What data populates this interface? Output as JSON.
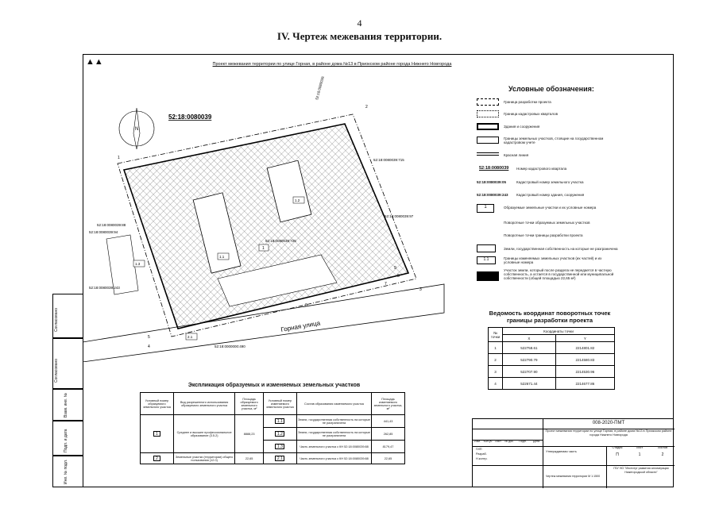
{
  "page": {
    "number": "4",
    "title": "IV.  Чертеж межевания территории."
  },
  "sheet": {
    "header": "Проект межевания территории по улице Горная, в районе дома №13 в Приокском районе города Нижнего Новгорода"
  },
  "map": {
    "quarter_label": "52:18:0080039",
    "street_label": "Горная улица",
    "north_label": "N",
    "lot_labels": [
      "1",
      "2",
      "3",
      "4",
      "5",
      "6",
      "7",
      "8",
      "9"
    ],
    "cadastral_labels": [
      "52:18:0080039:714",
      "52:18:0080039:715",
      "52:18:0080039:88",
      "52:18:0080039:94",
      "52:18:0080039:725",
      "52:18:0080039:243",
      "52:18:0080039:97",
      "52:18:0000000:490"
    ],
    "zones": [
      "1.1",
      "1.2",
      "1.3",
      "2.1"
    ]
  },
  "legend": {
    "title": "Условные обозначения:",
    "items": [
      "Граница разработки проекта",
      "Граница кадастровых кварталов",
      "Здания и сооружения",
      "Границы земельных участков, стоящие на государственном кадастровом учете",
      "Красная линия",
      "Номер кадастрового квартала",
      "Кадастровый номер земельного участка",
      "Кадастровый номер здания, сооружения",
      "Образуемые земельные участки и их условные номера",
      "Поворотные точки образуемых земельных участков",
      "Поворотные точки границы разработки проекта",
      "Земли, государственная собственность на которые не разграничена",
      "Границы изменяемых земельных участков (их частей) и их условные номера",
      "Участок земли, который после раздела не передается в частную собственность, а остается в государственной или муниципальной собственности (общей площадью 22,65 м²)"
    ],
    "samples": [
      "52:18:0080039",
      "52:18:0080039:05",
      "52:18:0080039:243",
      "1",
      "1.1"
    ]
  },
  "coords": {
    "title": "Ведомость координат поворотных точек границы разработки проекта",
    "header_point": "№ точки",
    "header_coord": "Координаты точки",
    "header_x": "X",
    "header_y": "Y",
    "rows": [
      [
        "1",
        "522758.61",
        "2214801.82"
      ],
      [
        "2",
        "522790.79",
        "2214580.83"
      ],
      [
        "3",
        "522707.90",
        "2214530.96"
      ],
      [
        "4",
        "522671.44",
        "2214677.86"
      ]
    ]
  },
  "explication": {
    "title": "Экспликация образуемых и изменяемых земельных участков",
    "headers": [
      "Условный номер образуемого земельного участка",
      "Вид разрешенного использования образуемого земельного участка",
      "Площадь образуемого земельного участка, м²",
      "Условный номер изменяемого земельного участка",
      "Состав образования изменяемого участка",
      "Площадь изменяемого земельного участка, м²"
    ],
    "rows": [
      {
        "num": "1",
        "use": "Среднее и высшее профессиональное образование (3.5.2)",
        "area": "8888,23",
        "subs": [
          [
            "1.1",
            "Земли, государственная собственность на которые не разграничена",
            "441,43"
          ],
          [
            "1.2",
            "Земли, государственная собственность на которые не разграничена",
            "262,85"
          ],
          [
            "1.3",
            "Часть земельного участка с КН 52:18:0080039:88",
            "8179,47"
          ]
        ]
      },
      {
        "num": "2",
        "use": "Земельные участки (территории) общего пользования (12.0)",
        "area": "22,65",
        "subs": [
          [
            "2.1",
            "Часть земельного участка с КН 52:18:0080039:88",
            "22,65"
          ]
        ]
      }
    ]
  },
  "stamp": {
    "code": "008-2020-ПМТ",
    "project": "Проект межевания территории по улице Горная, в районе дома №13 в Приокском районе города Нижнего Новгорода",
    "stage_label": "Стадия",
    "sheet_label": "Лист",
    "sheets_label": "Листов",
    "stage": "П",
    "sheet": "1",
    "sheets": "2",
    "drawing": "Чертеж межевания территории М 1:1500",
    "org": "ГБУ НО \"Институт развития агломерации Нижегородской области\"",
    "roles": [
      "Изм.",
      "Кол.уч",
      "Лист",
      "№ док.",
      "Подп.",
      "Дата"
    ],
    "people": [
      "ГИП",
      "Разраб.",
      "Н.контр."
    ],
    "approved": "Утверждаемая часть"
  },
  "margin": {
    "labels": [
      "Согласовано",
      "Согласовано",
      "Взам. инв. №",
      "Подп. и дата",
      "Инв. № подл."
    ]
  }
}
